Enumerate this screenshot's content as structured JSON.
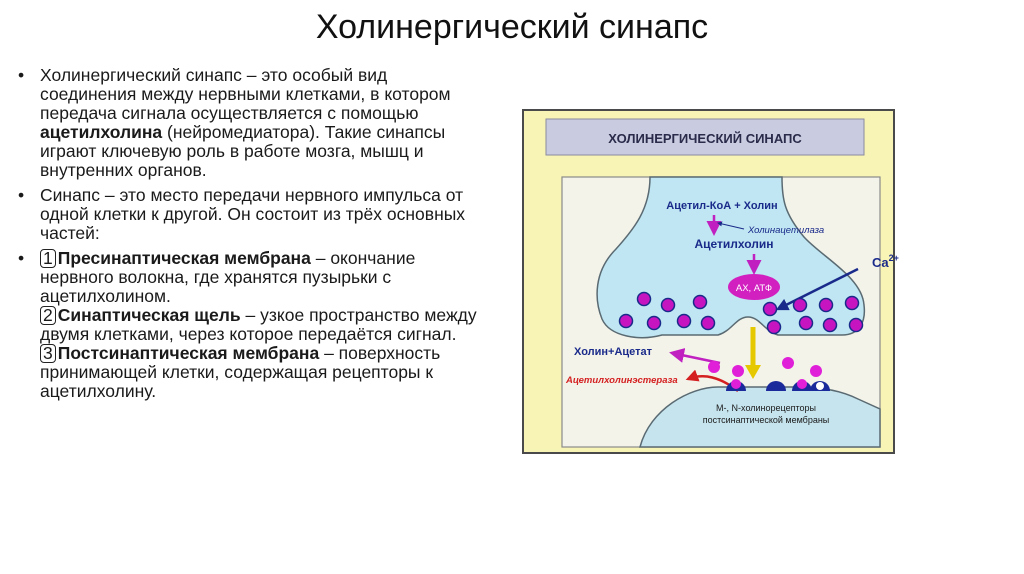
{
  "title": "Холинергический синапс",
  "bullets": {
    "b1": {
      "text1": "Холинергический синапс – это особый вид соединения между нервными клетками, в котором передача сигнала осуществляется с помощью ",
      "bold": "ацетилхолина",
      "text2": " (нейромедиатора). Такие синапсы играют ключевую роль в работе мозга, мышц и внутренних органов."
    },
    "b2": {
      "text": "Синапс – это место передачи нервного импульса от одной клетки к другой. Он состоит из трёх основных частей:"
    },
    "b3": {
      "p1_num": "1",
      "p1_bold": "Пресинаптическая мембрана",
      "p1_text": " – окончание нервного волокна, где хранятся пузырьки с ацетилхолином.",
      "p2_num": "2",
      "p2_bold": "Синаптическая щель",
      "p2_text": " – узкое пространство между двумя клетками, через которое передаётся сигнал.",
      "p3_num": "3",
      "p3_bold": "Постсинаптическая мембрана",
      "p3_text": " – поверхность принимающей клетки, содержащая рецепторы к ацетилхолину."
    }
  },
  "diagram": {
    "header": "ХОЛИНЕРГИЧЕСКИЙ СИНАПС",
    "acetyl_coa": "Ацетил-КоА + Холин",
    "enzyme": "Холинацетилаза",
    "acetylcholine": "Ацетилхолин",
    "ax_atf": "АХ, АТФ",
    "ca": "Ca",
    "ca_sup": "2+",
    "cholin_acetate": "Холин+Ацетат",
    "esterase": "Ацетилхолинэстераза",
    "receptors_line1": "М-, N-холинорецепторы",
    "receptors_line2": "постсинаптической мембраны"
  }
}
